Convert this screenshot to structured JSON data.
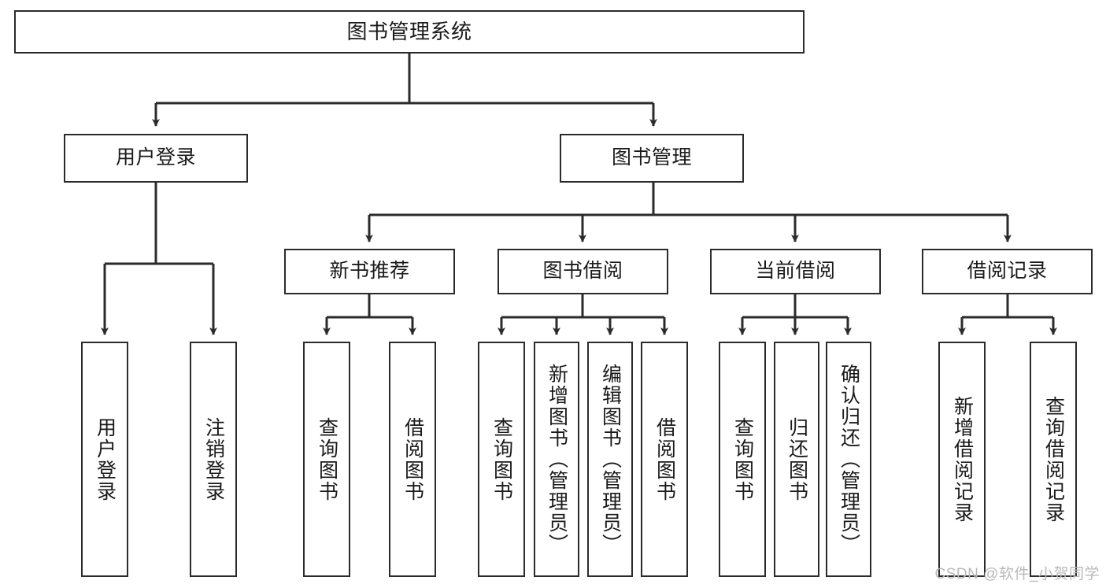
{
  "diagram": {
    "title": "图书管理系统",
    "watermark": "CSDN @软件_小贺同学",
    "colors": {
      "stroke": "#2b2b2b",
      "fill": "#ffffff",
      "text": "#1a1a1a",
      "watermark": "#b9b9b9"
    },
    "root": {
      "label": "图书管理系统"
    },
    "level2": [
      {
        "id": "user-login",
        "label": "用户登录"
      },
      {
        "id": "book-manage",
        "label": "图书管理"
      }
    ],
    "level3": [
      {
        "id": "new-book-recommend",
        "label": "新书推荐"
      },
      {
        "id": "book-borrow",
        "label": "图书借阅"
      },
      {
        "id": "current-borrow",
        "label": "当前借阅"
      },
      {
        "id": "borrow-record",
        "label": "借阅记录"
      }
    ],
    "leaves": {
      "user_login": [
        {
          "id": "leaf-user-login",
          "label": "用户登录"
        },
        {
          "id": "leaf-logout-login",
          "label": "注销登录"
        }
      ],
      "new_book_recommend": [
        {
          "id": "leaf-query-book-1",
          "label": "查询图书"
        },
        {
          "id": "leaf-borrow-book-1",
          "label": "借阅图书"
        }
      ],
      "book_borrow": [
        {
          "id": "leaf-query-book-2",
          "label": "查询图书"
        },
        {
          "id": "leaf-add-book",
          "label": "新增图书（管理员）"
        },
        {
          "id": "leaf-edit-book",
          "label": "编辑图书（管理员）"
        },
        {
          "id": "leaf-borrow-book-2",
          "label": "借阅图书"
        }
      ],
      "current_borrow": [
        {
          "id": "leaf-query-book-3",
          "label": "查询图书"
        },
        {
          "id": "leaf-return-book",
          "label": "归还图书"
        },
        {
          "id": "leaf-confirm-return",
          "label": "确认归还（管理员）"
        }
      ],
      "borrow_record": [
        {
          "id": "leaf-add-borrow-record",
          "label": "新增借阅记录"
        },
        {
          "id": "leaf-query-borrow-record",
          "label": "查询借阅记录"
        }
      ]
    }
  }
}
